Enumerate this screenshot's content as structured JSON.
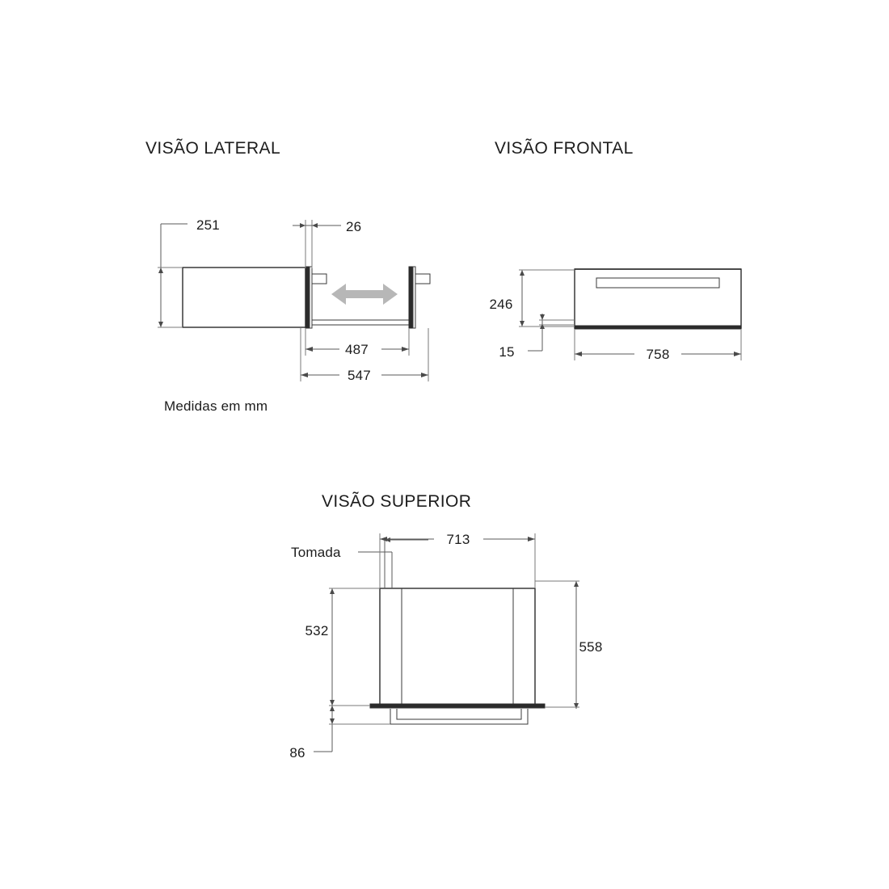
{
  "document": {
    "type": "technical-dimension-drawing",
    "language": "pt-BR",
    "unit_note": "Medidas em mm",
    "background_color": "#ffffff",
    "line_color": "#2b2b2b",
    "dimension_color": "#5a5a5a",
    "arrow_color": "#b7b7b7"
  },
  "views": {
    "lateral": {
      "title": "VISÃO LATERAL",
      "dimensions": {
        "height": "251",
        "front_panel_thickness": "26",
        "rail_inner": "487",
        "rail_outer": "547"
      },
      "annotations": {
        "slide_arrow": "double-headed-arrow"
      }
    },
    "frontal": {
      "title": "VISÃO FRONTAL",
      "dimensions": {
        "height": "246",
        "base_offset": "15",
        "width": "758"
      }
    },
    "superior": {
      "title": "VISÃO SUPERIOR",
      "dimensions": {
        "inner_width": "713",
        "inner_depth": "532",
        "outer_depth": "558",
        "handle_depth": "86"
      },
      "callouts": {
        "outlet": "Tomada"
      }
    }
  },
  "notes": {
    "units": "Medidas em mm"
  },
  "chart_data": {
    "type": "table",
    "title": "Dimensões do produto (mm)",
    "categories": [
      "VISÃO LATERAL",
      "VISÃO FRONTAL",
      "VISÃO SUPERIOR"
    ],
    "series": [
      {
        "name": "VISÃO LATERAL",
        "labels": [
          "251",
          "26",
          "487",
          "547"
        ],
        "values": [
          251,
          26,
          487,
          547
        ]
      },
      {
        "name": "VISÃO FRONTAL",
        "labels": [
          "246",
          "15",
          "758"
        ],
        "values": [
          246,
          15,
          758
        ]
      },
      {
        "name": "VISÃO SUPERIOR",
        "labels": [
          "713",
          "532",
          "558",
          "86"
        ],
        "values": [
          713,
          532,
          558,
          86
        ]
      }
    ],
    "xlabel": "",
    "ylabel": "mm",
    "grid": false,
    "legend": "none"
  }
}
